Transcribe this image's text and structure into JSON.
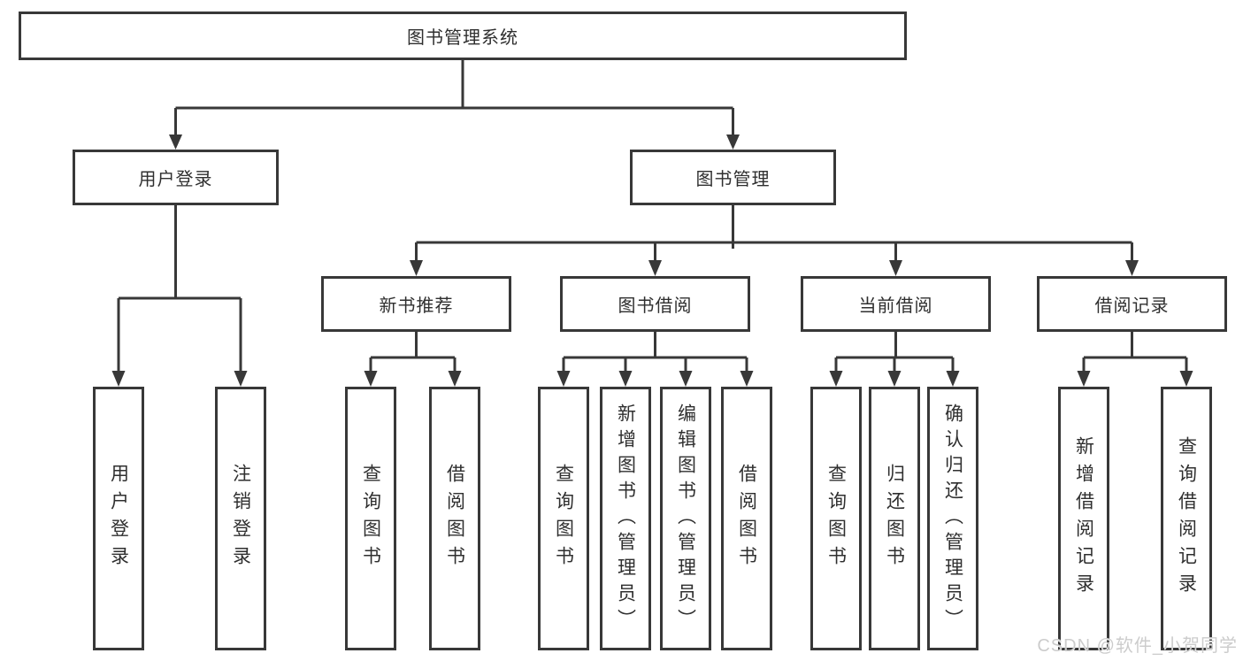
{
  "tree": {
    "root_label": "图书管理系统",
    "level2": [
      {
        "label": "用户登录",
        "leaves": [
          "用户登录",
          "注销登录"
        ]
      },
      {
        "label": "图书管理",
        "level3": [
          {
            "label": "新书推荐",
            "leaves": [
              "查询图书",
              "借阅图书"
            ]
          },
          {
            "label": "图书借阅",
            "leaves": [
              "查询图书",
              "新增图书（管理员）",
              "编辑图书（管理员）",
              "借阅图书"
            ]
          },
          {
            "label": "当前借阅",
            "leaves": [
              "查询图书",
              "归还图书",
              "确认归还（管理员）"
            ]
          },
          {
            "label": "借阅记录",
            "leaves": [
              "新增借阅记录",
              "查询借阅记录"
            ]
          }
        ]
      }
    ]
  },
  "watermark": "CSDN @软件_小贺同学",
  "colors": {
    "line": "#383838",
    "box_border": "#383838",
    "text": "#2f2f2f",
    "watermark": "#cccccc"
  }
}
